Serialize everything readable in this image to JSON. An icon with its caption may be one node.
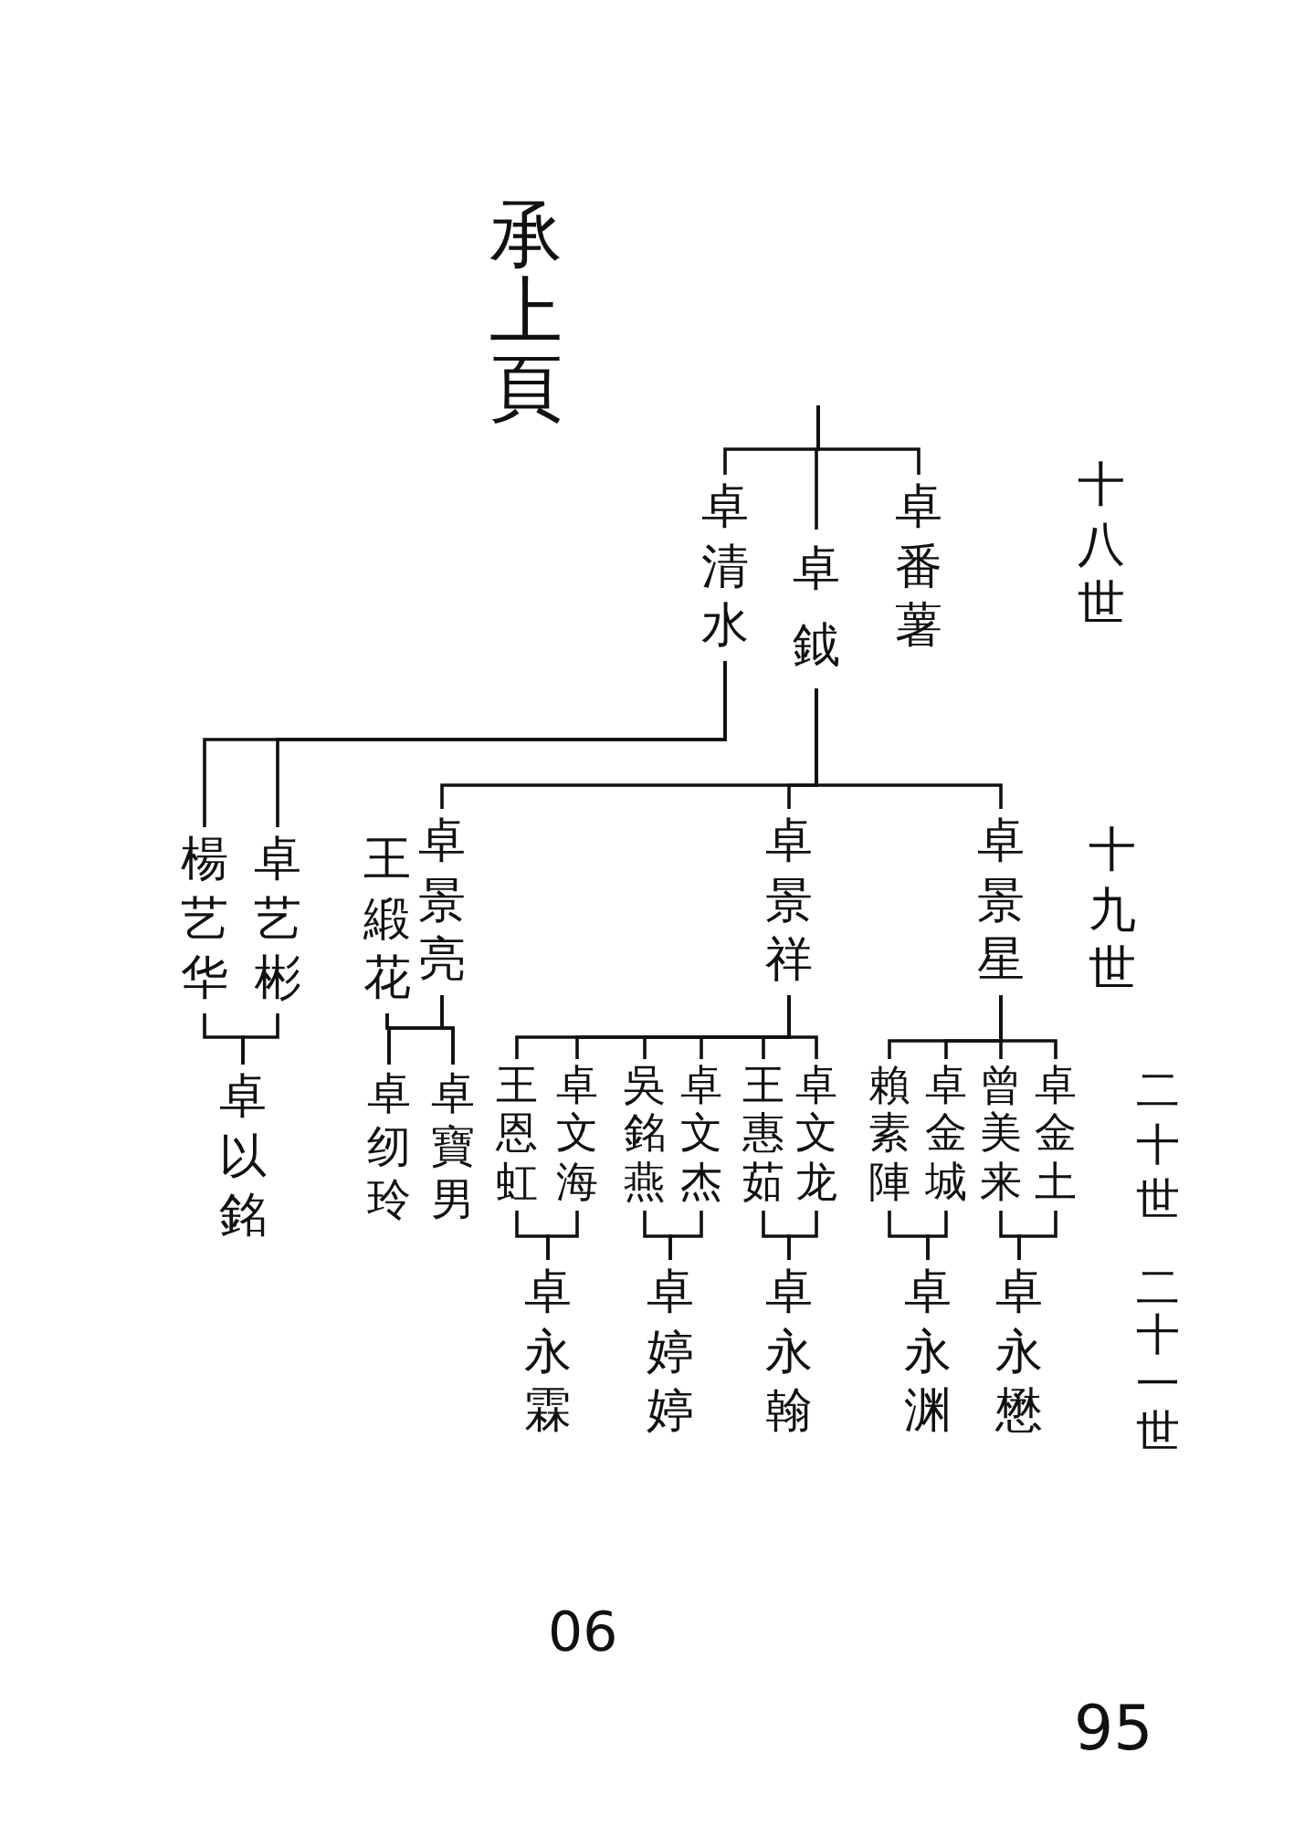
{
  "diagram": {
    "nodes": [
      {
        "text": [
          "卓清水"
        ]
      },
      {
        "text": [
          "卓鉞"
        ]
      },
      {
        "text": [
          "卓番薯"
        ]
      },
      {
        "text": [
          "楊艺华"
        ]
      },
      {
        "text": [
          "卓艺彬"
        ]
      },
      {
        "text": [
          "王緞花"
        ]
      },
      {
        "text": [
          "卓景亮"
        ]
      },
      {
        "text": [
          "卓景祥"
        ]
      },
      {
        "text": [
          "卓景星"
        ]
      },
      {
        "text": [
          "卓以銘"
        ]
      },
      {
        "text": [
          "卓纫玲"
        ]
      },
      {
        "text": [
          "卓寶男"
        ]
      },
      {
        "text": [
          "王恩虹"
        ]
      },
      {
        "text": [
          "卓文海"
        ]
      },
      {
        "text": [
          "吳銘燕"
        ]
      },
      {
        "text": [
          "卓文杰"
        ]
      },
      {
        "text": [
          "王惠茹"
        ]
      },
      {
        "text": [
          "卓文龙"
        ]
      },
      {
        "text": [
          "賴素陣"
        ]
      },
      {
        "text": [
          "卓金城"
        ]
      },
      {
        "text": [
          "曾美来"
        ]
      },
      {
        "text": [
          "卓金土"
        ]
      },
      {
        "text": [
          "卓永霖"
        ]
      },
      {
        "text": [
          "卓婷婷"
        ]
      },
      {
        "text": [
          "卓永翰"
        ]
      },
      {
        "text": [
          "卓永渊"
        ]
      },
      {
        "text": [
          "卓永懋"
        ]
      }
    ],
    "edges": [
      {
        "from": null,
        "to": 0,
        "arrow": "none"
      },
      {
        "from": null,
        "to": 1,
        "arrow": "none"
      },
      {
        "from": null,
        "to": 2,
        "arrow": "none"
      },
      {
        "from": 0,
        "to": 3,
        "arrow": "none"
      },
      {
        "from": 0,
        "to": 4,
        "arrow": "none"
      },
      {
        "from": 3,
        "to": 9,
        "arrow": "none"
      },
      {
        "from": 4,
        "to": 9,
        "arrow": "none"
      },
      {
        "from": 1,
        "to": 6,
        "arrow": "none"
      },
      {
        "from": 1,
        "to": 7,
        "arrow": "none"
      },
      {
        "from": 1,
        "to": 8,
        "arrow": "none"
      },
      {
        "from": 5,
        "to": 10,
        "arrow": "none"
      },
      {
        "from": 5,
        "to": 11,
        "arrow": "none"
      },
      {
        "from": 6,
        "to": 10,
        "arrow": "none"
      },
      {
        "from": 6,
        "to": 11,
        "arrow": "none"
      },
      {
        "from": 7,
        "to": 12,
        "arrow": "none"
      },
      {
        "from": 7,
        "to": 13,
        "arrow": "none"
      },
      {
        "from": 7,
        "to": 14,
        "arrow": "none"
      },
      {
        "from": 7,
        "to": 15,
        "arrow": "none"
      },
      {
        "from": 7,
        "to": 16,
        "arrow": "none"
      },
      {
        "from": 7,
        "to": 17,
        "arrow": "none"
      },
      {
        "from": 12,
        "to": 22,
        "arrow": "none"
      },
      {
        "from": 13,
        "to": 22,
        "arrow": "none"
      },
      {
        "from": 14,
        "to": 23,
        "arrow": "none"
      },
      {
        "from": 15,
        "to": 23,
        "arrow": "none"
      },
      {
        "from": 16,
        "to": 24,
        "arrow": "none"
      },
      {
        "from": 17,
        "to": 24,
        "arrow": "none"
      },
      {
        "from": 8,
        "to": 18,
        "arrow": "none"
      },
      {
        "from": 8,
        "to": 19,
        "arrow": "none"
      },
      {
        "from": 8,
        "to": 20,
        "arrow": "none"
      },
      {
        "from": 8,
        "to": 21,
        "arrow": "none"
      },
      {
        "from": 18,
        "to": 25,
        "arrow": "none"
      },
      {
        "from": 19,
        "to": 25,
        "arrow": "none"
      },
      {
        "from": 20,
        "to": 26,
        "arrow": "none"
      },
      {
        "from": 21,
        "to": 26,
        "arrow": "none"
      }
    ],
    "labels": [
      "承上頁",
      "十八世",
      "十九世",
      "二十世",
      "二十一世",
      "06",
      "95"
    ]
  }
}
